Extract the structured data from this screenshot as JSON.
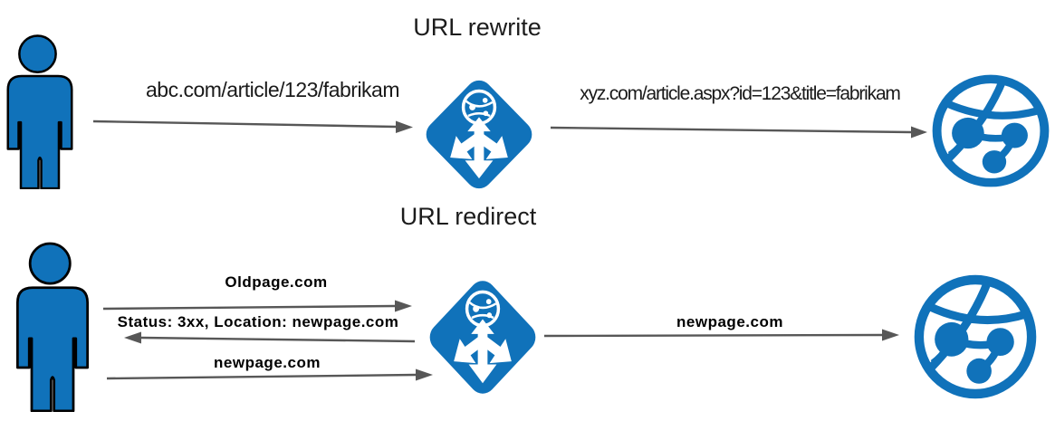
{
  "colors": {
    "azure_blue": "#1072BA",
    "arrow_gray": "#575757",
    "text_dark": "#1c1c1c"
  },
  "sections": [
    {
      "title": "URL rewrite",
      "nodes": [
        {
          "icon": "user-icon",
          "role": "client"
        },
        {
          "icon": "application-gateway-icon",
          "role": "application-gateway"
        },
        {
          "icon": "web-app-icon",
          "role": "backend-web-app"
        }
      ],
      "flows": [
        {
          "label": "abc.com/article/123/fabrikam",
          "direction": "right",
          "from": "client",
          "to": "application-gateway"
        },
        {
          "label": "xyz.com/article.aspx?id=123&title=fabrikam",
          "direction": "right",
          "from": "application-gateway",
          "to": "backend-web-app"
        }
      ]
    },
    {
      "title": "URL redirect",
      "nodes": [
        {
          "icon": "user-icon",
          "role": "client"
        },
        {
          "icon": "application-gateway-icon",
          "role": "application-gateway"
        },
        {
          "icon": "web-app-icon",
          "role": "backend-web-app"
        }
      ],
      "flows": [
        {
          "label": "Oldpage.com",
          "direction": "right",
          "from": "client",
          "to": "application-gateway"
        },
        {
          "label": "Status: 3xx, Location: newpage.com",
          "direction": "left",
          "from": "application-gateway",
          "to": "client"
        },
        {
          "label": "newpage.com",
          "direction": "right",
          "from": "client",
          "to": "application-gateway"
        },
        {
          "label": "newpage.com",
          "direction": "right",
          "from": "application-gateway",
          "to": "backend-web-app"
        }
      ]
    }
  ]
}
